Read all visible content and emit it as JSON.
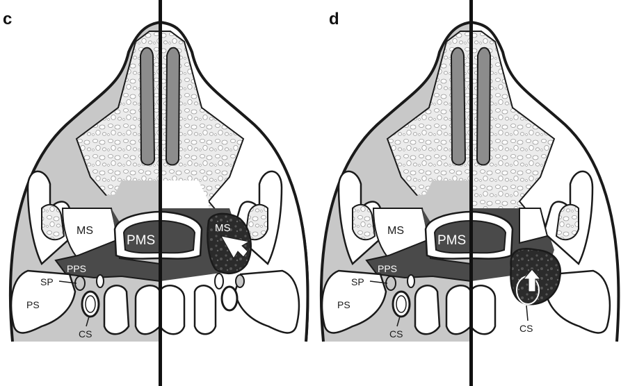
{
  "panels": [
    {
      "letter": "c",
      "labels": {
        "ms_left": "MS",
        "pms": "PMS",
        "pps": "PPS",
        "sp": "SP",
        "ps": "PS",
        "cs": "CS",
        "ms_tumor": "MS"
      }
    },
    {
      "letter": "d",
      "labels": {
        "ms_left": "MS",
        "pms": "PMS",
        "pps": "PPS",
        "sp": "SP",
        "ps": "PS",
        "cs_left": "CS",
        "cs_right": "CS"
      }
    }
  ],
  "colors": {
    "outline": "#1a1a1a",
    "light_gray": "#c8c8c8",
    "dark_gray": "#4a4a4a",
    "bone": "#e9e9e9",
    "turbinate": "#8c8c8c",
    "tumor": "#2a2a2a"
  }
}
